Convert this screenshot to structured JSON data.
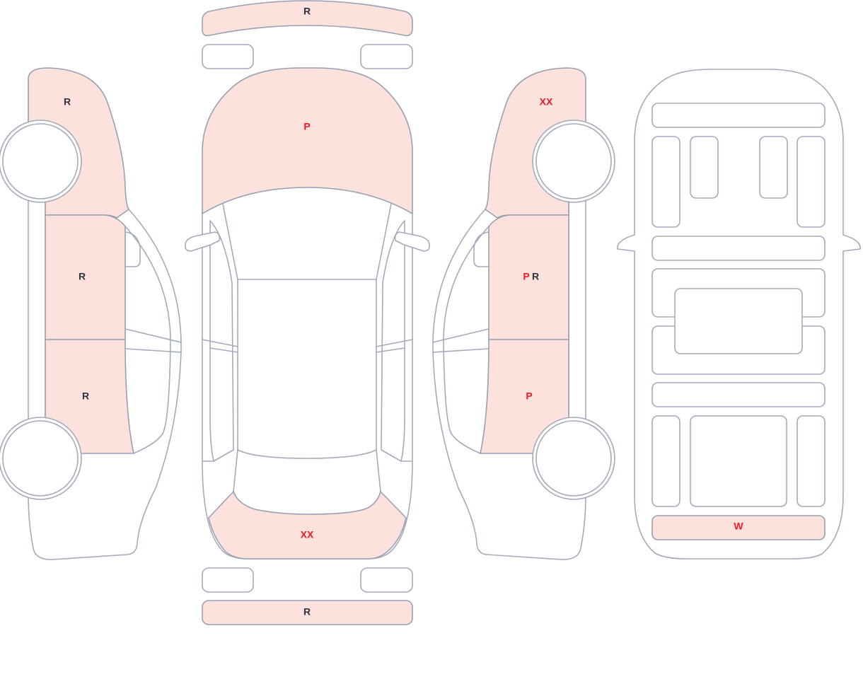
{
  "colors": {
    "damaged_fill": "#fde1dd",
    "outline": "#a3abba",
    "code_dark": "#2d3340",
    "code_red": "#ee1c25"
  },
  "left_side": {
    "front_fender": "R",
    "front_door": "R",
    "rear_door": "R"
  },
  "top_view": {
    "front_bumper": "R",
    "hood": "P",
    "trunk": "XX",
    "rear_bumper": "R"
  },
  "right_side": {
    "front_fender": "XX",
    "front_door_a": "P",
    "front_door_b": "R",
    "rear_door": "P"
  },
  "interior": {
    "rear_panel": "W"
  }
}
